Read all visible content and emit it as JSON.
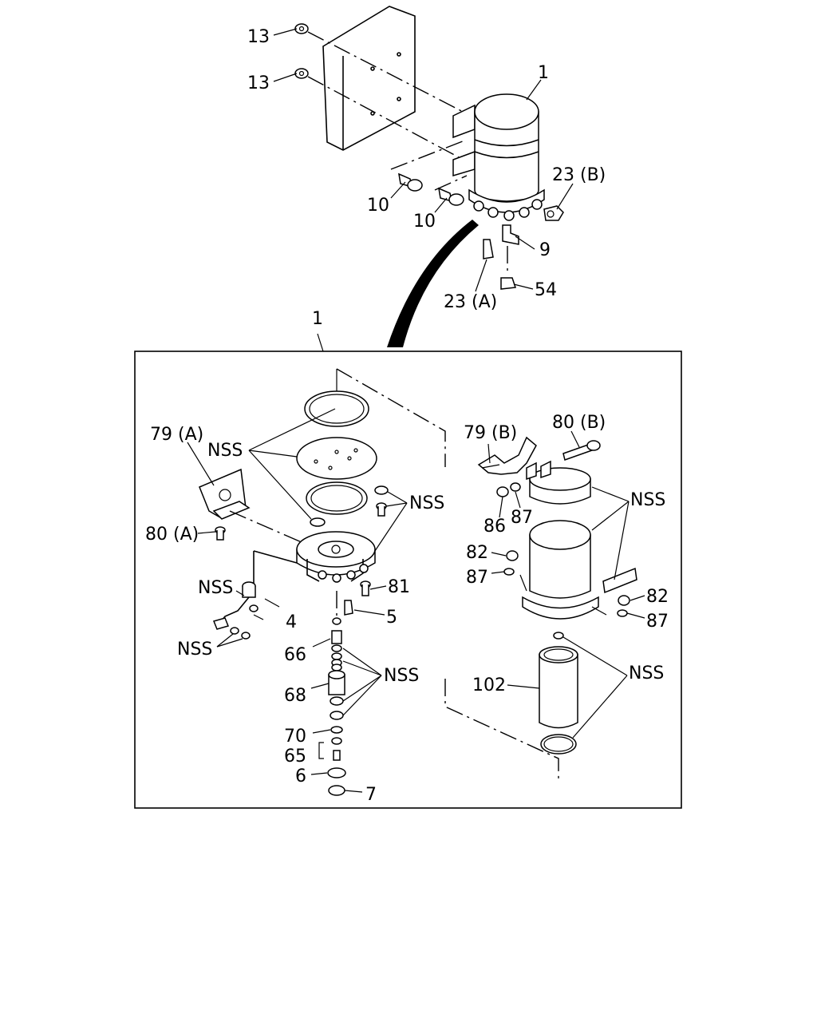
{
  "labels": {
    "l13a": "13",
    "l13b": "13",
    "l1top": "1",
    "l23b": "23 (B)",
    "l10a": "10",
    "l10b": "10",
    "l9": "9",
    "l23a": "23 (A)",
    "l54": "54",
    "l1box": "1",
    "l79a": "79 (A)",
    "lnss1": "NSS",
    "lnss2": "NSS",
    "l80a": "80 (A)",
    "lnss3": "NSS",
    "l81": "81",
    "l4": "4",
    "l5": "5",
    "lnss4": "NSS",
    "l66": "66",
    "lnss5": "NSS",
    "l68": "68",
    "l70": "70",
    "l65": "65",
    "l6": "6",
    "l7": "7",
    "l79b": "79 (B)",
    "l80b": "80 (B)",
    "lnss6": "NSS",
    "l86": "86",
    "l87a": "87",
    "l82a": "82",
    "l87b": "87",
    "l82b": "82",
    "l87c": "87",
    "lnss7": "NSS",
    "l102": "102"
  }
}
